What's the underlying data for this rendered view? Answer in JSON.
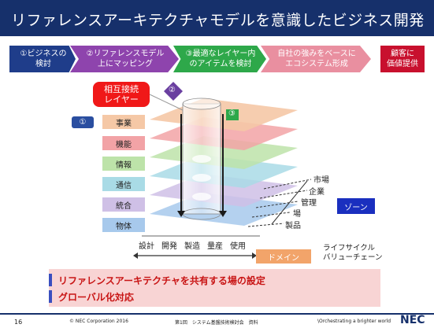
{
  "title": "リファレンスアーキテクチャモデルを意識したビジネス開発",
  "steps": [
    {
      "label": "①ビジネスの\n検討",
      "color": "#1f3d8a"
    },
    {
      "label": "②リファレンスモデル\n上にマッピング",
      "color": "#8e44ad"
    },
    {
      "label": "③最適なレイヤー内\nのアイテムを検討",
      "color": "#2ea84a"
    },
    {
      "label": "自社の強みをベースに\nエコシステム形成",
      "color": "#e98fa0"
    },
    {
      "label": "顧客に\n価値提供",
      "color": "#c8102e"
    }
  ],
  "diagram": {
    "interlayer_label": "相互接続\nレイヤー",
    "num_badge": "①",
    "circle_2": "②",
    "circle_3": "③",
    "layers": [
      {
        "label": "事業",
        "color": "#f5c8a6"
      },
      {
        "label": "機能",
        "color": "#f2a3a6"
      },
      {
        "label": "情報",
        "color": "#bde3a9"
      },
      {
        "label": "通信",
        "color": "#a9dbe6"
      },
      {
        "label": "統合",
        "color": "#cfc0e6"
      },
      {
        "label": "物体",
        "color": "#a7c9ec"
      }
    ],
    "zones": [
      "市場",
      "企業",
      "管理",
      "場",
      "製品"
    ],
    "zone_badge": "ゾーン",
    "lifecycle": [
      "設計",
      "開発",
      "製造",
      "量産",
      "使用"
    ],
    "domain_badge": "ドメイン",
    "domain_sub": "ライフサイクル\nバリューチェーン"
  },
  "bottom": [
    "リファレンスアーキテクチャを共有する場の設定",
    "グローバル化対応"
  ],
  "footer": {
    "page": "16",
    "copyright": "© NEC Corporation 2016",
    "doc": "第1回　システム基盤技術検討会　資料",
    "tagline": "\\Orchestrating a brighter world",
    "logo": "NEC"
  }
}
